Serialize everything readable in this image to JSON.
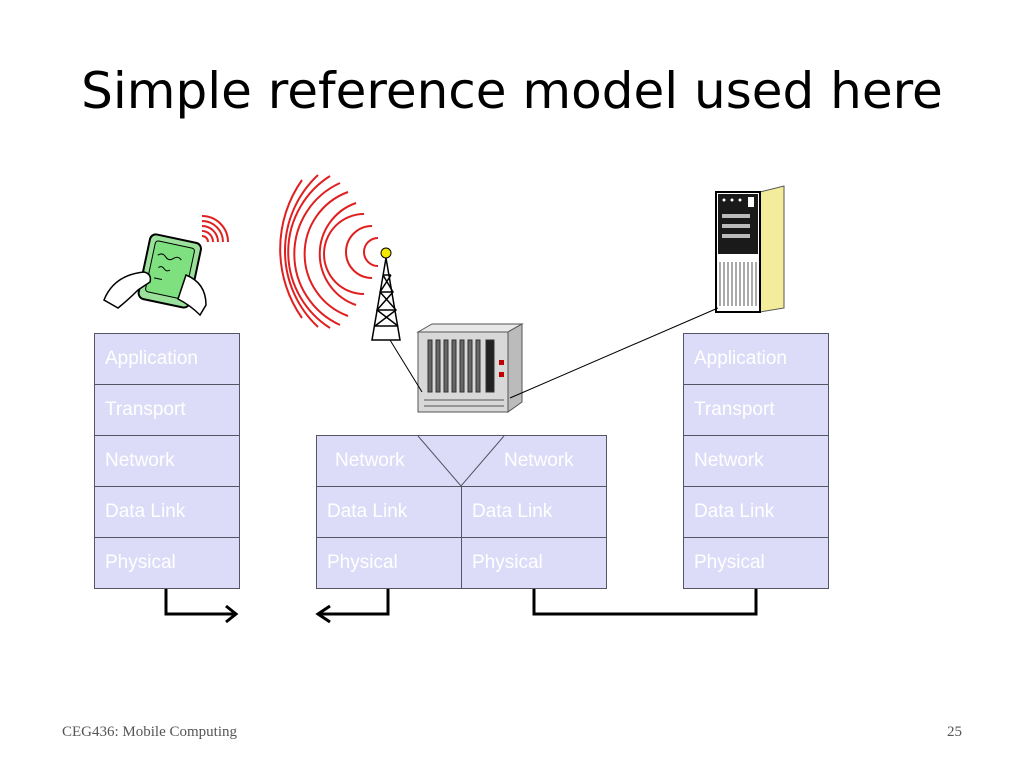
{
  "slide": {
    "title": "Simple reference model used here"
  },
  "left_stack": [
    "Application",
    "Transport",
    "Network",
    "Data Link",
    "Physical"
  ],
  "router_stack": {
    "network_left": "Network",
    "network_right": "Network",
    "data_link_left": "Data Link",
    "data_link_right": "Data Link",
    "physical_left": "Physical",
    "physical_right": "Physical"
  },
  "right_stack": [
    "Application",
    "Transport",
    "Network",
    "Data Link",
    "Physical"
  ],
  "icons": [
    "handheld-device-icon",
    "radio-tower-icon",
    "router-rack-icon",
    "server-tower-icon"
  ],
  "colors": {
    "layer_fill": "#dcdcf8",
    "signal": "#e02020",
    "device_screen": "#7ee07e"
  },
  "footer": {
    "course": "CEG436: Mobile Computing",
    "page": "25"
  }
}
